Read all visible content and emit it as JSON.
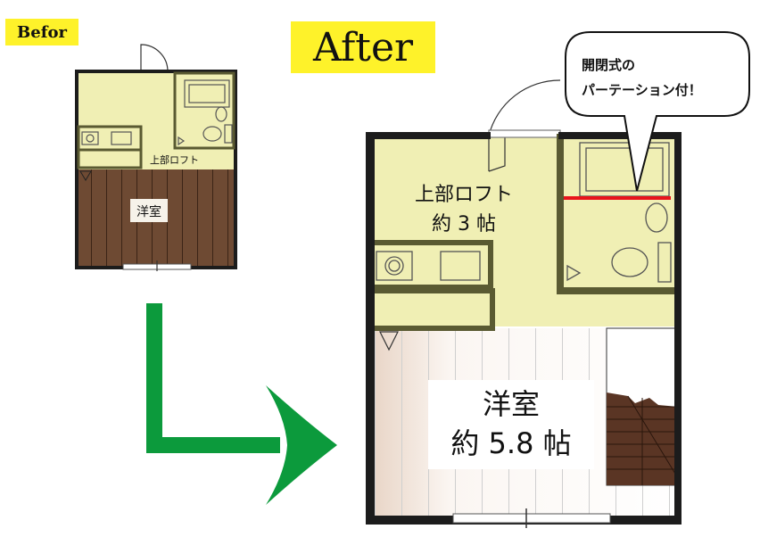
{
  "labels": {
    "before": "Befor",
    "after": "After"
  },
  "before_plan": {
    "loft_label": "上部ロフト",
    "room_label": "洋室"
  },
  "after_plan": {
    "loft_label": "上部ロフト",
    "loft_size": "約 3 帖",
    "room_label": "洋室",
    "room_size": "約 5.8 帖"
  },
  "callout": {
    "line1": "開閉式の",
    "line2": "パーテーション付！"
  },
  "colors": {
    "label_bg": "#fef22a",
    "loft_fill": "#f0efb4",
    "wall": "#1c1c1c",
    "wall_olive": "#5a5a32",
    "floor_wood": "#6e4a33",
    "arrow_green": "#0c9a3c",
    "partition_red": "#e8141c"
  }
}
